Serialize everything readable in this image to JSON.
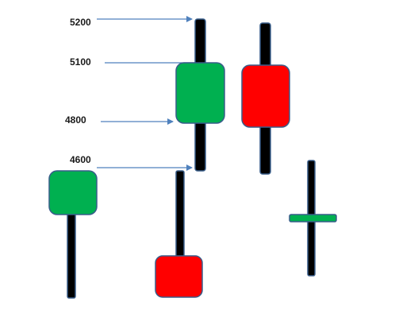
{
  "colors": {
    "bullish_body": "#00B050",
    "bearish_body": "#FF0000",
    "wick": "#000000",
    "outline": "#385D8A",
    "arrow": "#4F81BD"
  },
  "price_labels": {
    "high": "5200",
    "open": "5100",
    "close": "4800",
    "low": "4600"
  },
  "candles": [
    {
      "id": "annotated-candle",
      "color": "green"
    },
    {
      "id": "red-candle-upper",
      "color": "red"
    },
    {
      "id": "green-candle-hammer",
      "color": "green"
    },
    {
      "id": "red-candle-inverted",
      "color": "red"
    },
    {
      "id": "doji-candle",
      "color": "green"
    }
  ]
}
